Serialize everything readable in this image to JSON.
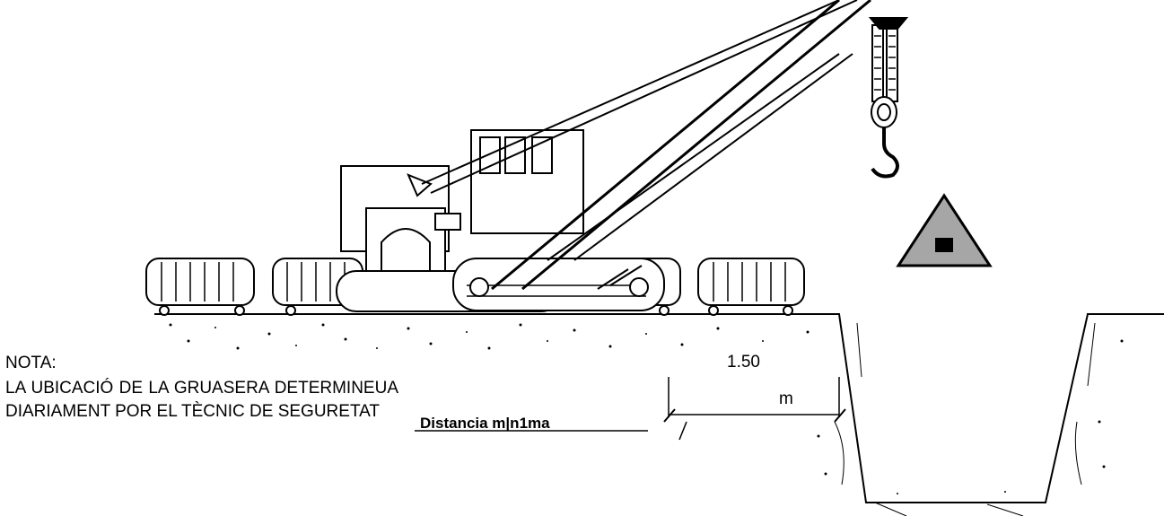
{
  "note": {
    "title": "NOTA:",
    "body": "LA UBICACIÓ DE LA GRUASERA DETERMINEUA DIARIAMENT POR EL TÈCNIC DE SEGURETAT"
  },
  "dimension": {
    "label": "Distancia m|n1ma",
    "value": "1.50",
    "unit": "m"
  },
  "icons": [
    "crawler-crane-icon",
    "crane-hook-icon",
    "suspended-load-warning-icon",
    "outrigger-mat-icon",
    "excavation-trench-icon"
  ],
  "colors": {
    "line": "#000000",
    "warning_fill": "#a6a6a6",
    "background": "#ffffff"
  }
}
